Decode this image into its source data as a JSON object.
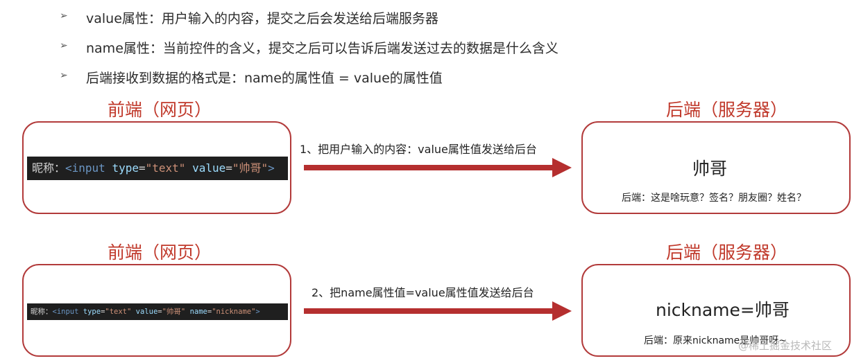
{
  "bullets": [
    {
      "icon": "arrow-bullet-icon",
      "text": "value属性：用户输入的内容，提交之后会发送给后端服务器"
    },
    {
      "icon": "arrow-bullet-icon",
      "text": "name属性：当前控件的含义，提交之后可以告诉后端发送过去的数据是什么含义"
    },
    {
      "icon": "arrow-bullet-icon",
      "text": "后端接收到数据的格式是：name的属性值 = value的属性值"
    }
  ],
  "bullet_glyph": "➢",
  "rows": [
    {
      "frontend_heading": "前端（网页）",
      "backend_heading": "后端（服务器）",
      "code": {
        "label": "昵称：",
        "open": "<input",
        "attr1": "type",
        "eq": "=",
        "val1": "\"text\"",
        "attr2": "value",
        "val2": "\"帅哥\"",
        "close": ">"
      },
      "arrow_label": "1、把用户输入的内容：value属性值发送给后台",
      "server_value": "帅哥",
      "server_note": "后端：这是啥玩意？签名？朋友圈？姓名？"
    },
    {
      "frontend_heading": "前端（网页）",
      "backend_heading": "后端（服务器）",
      "code": {
        "label": "昵称：",
        "open": "<input",
        "attr1": "type",
        "eq": "=",
        "val1": "\"text\"",
        "attr2": "value",
        "val2": "\"帅哥\"",
        "attr3": "name",
        "val3": "\"nickname\"",
        "close": ">"
      },
      "arrow_label": "2、把name属性值=value属性值发送给后台",
      "server_value": "nickname=帅哥",
      "server_note": "后端：原来nickname是帅哥呀~"
    }
  ],
  "watermark": "@稀土掘金技术社区",
  "colors": {
    "accent": "#c0392b",
    "box_border": "#b23a3a",
    "arrow": "#b52f2f",
    "code_bg": "#1f1f1f"
  }
}
